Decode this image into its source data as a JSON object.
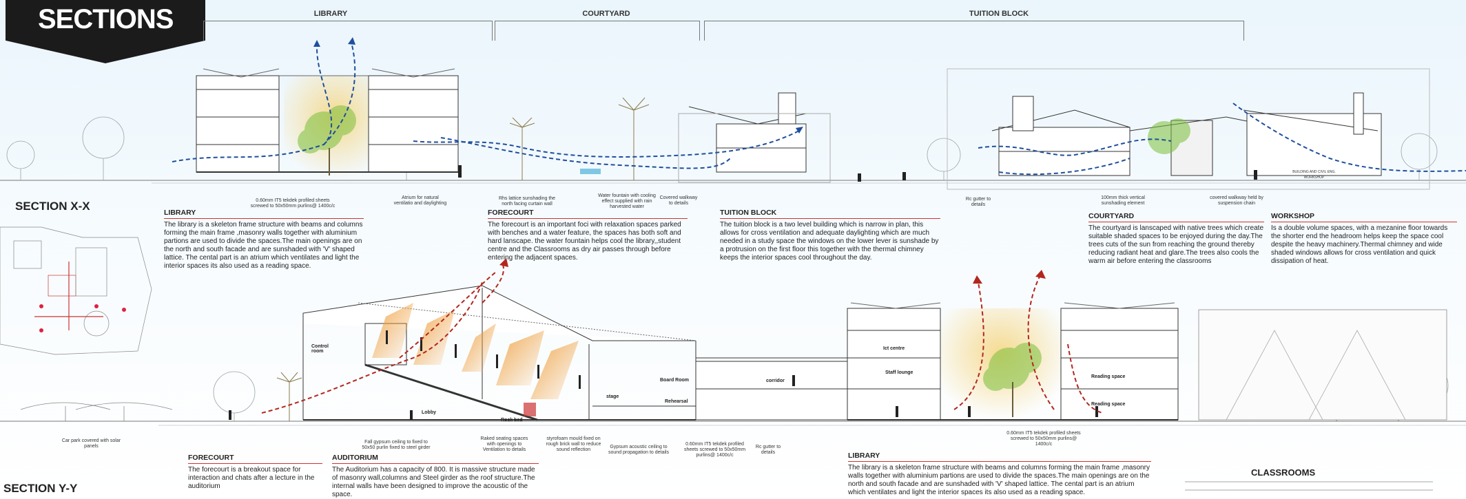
{
  "banner": {
    "title": "SECTIONS"
  },
  "zones": {
    "library": "LIBRARY",
    "courtyard": "COURTYARD",
    "tuition_block": "TUITION BLOCK"
  },
  "section_labels": {
    "xx": "SECTION X-X",
    "yy": "SECTION Y-Y"
  },
  "notes_xx": {
    "library": {
      "heading": "LIBRARY",
      "text": "The library is a skeleton frame structure with beams and columns forming the main frame ,masonry walls together with aluminium partions are used to divide the spaces.The main openings are on the north and south facade and are sunshaded with 'V' shaped lattice. The cental part is an atrium which ventilates and light the interior spaces its also used as a reading space."
    },
    "forecourt": {
      "heading": "FORECOURT",
      "text": "The forecourt is an important foci with relaxation spaces parked with benches and a water feature, the spaces has both soft and hard lanscape. the water fountain helps cool the library,,student centre and the Classrooms as dry air passes through before entering the adjacent spaces."
    },
    "tuition_block": {
      "heading": "TUITION BLOCK",
      "text": "The tuition block is a two level building which is narrow in plan, this allows for cross ventilation and adequate daylighting which are much needed in a study space the windows on the lower lever is sunshade by a protrusion on the first floor this  together with the thermal chimney keeps the interior spaces cool throughout the day."
    },
    "courtyard": {
      "heading": "COURTYARD",
      "text": "The courtyard is lanscaped with native trees which create suitable shaded spaces to be enjoyed during the day.The trees cuts of the sun from reaching the  ground thereby reducing radiant heat and glare.The trees also cools the warm air before entering the classrooms"
    },
    "workshop": {
      "heading": "WORKSHOP",
      "text": "Is a double volume spaces, with a mezanine floor towards the shorter end the headroom helps keep the space cool  despite the heavy machinery.Thermal chimney and wide shaded windows allows for cross ventilation  and quick dissipation of heat."
    }
  },
  "notes_yy": {
    "forecourt": {
      "heading": "FORECOURT",
      "text": "The forecourt  is a breakout space for interaction and chats after a lecture in the auditorium"
    },
    "auditorium": {
      "heading": "AUDITORIUM",
      "text": "The Auditorium has a capacity of 800. It is massive structure made of masonry wall,columns and Steel girder as the roof structure.The internal walls have been designed to improve the acoustic of the space."
    },
    "library": {
      "heading": "LIBRARY",
      "text": "The library is a skeleton frame structure with beams and columns forming the main frame ,masonry walls together with aluminium partions are used to divide  the spaces.The main openings are on the north and south facade and  are sunshaded with 'V' shaped lattice. The cental part is an atrium which ventilates and light the interior spaces its also used as a reading space."
    }
  },
  "callouts_xx": {
    "roof_sheets": "0.60mm IT5 tekdek profiled sheets screwed to  50x50mm purlins@ 1400c/c",
    "atrium": "Atrium  for natural ventilatio and daylighting",
    "rhs_lattice": "Rhs lattice sunshading the north facing curtain wall",
    "water_fountain": "Water fountain with cooling effect supplied with rain harvested water",
    "walkway": "Covered walkway to details",
    "rc_gutter": "Rc gutter to details",
    "vertical_shading": "100mm thick vertical sunshading element",
    "suspension": "covered walkway held by suspension chain",
    "workshop_label": "BUILDING AND CIVIL ENG. WORKSHOP"
  },
  "callouts_yy": {
    "car_park": "Car park covered with solar panels",
    "gypsum_ceiling": "Fall gypsum ceiling to fixed to 50x50 purlin fixed to steel girder",
    "seating": "Raked seating spaces with openings to Ventilation to details",
    "styrofoam": "styrofoam mould fixed on rough brick wall to reduce sound reflection",
    "acoustic_ceiling": "Gypsum acoustic ceiling  to sound propagation to details",
    "roof_sheets": "0.60mm IT5 tekdek profiled sheets screwed to 50x50mm purlins@ 1400c/c",
    "rc_gutter": "Rc gutter to details",
    "library_sheets": "0.60mm IT5 tekdek profiled sheets screwed to 50x50mm purlins@ 1400c/c"
  },
  "rooms": {
    "control_room": "Control room",
    "lobby": "Lobby",
    "rock_bed": "Rock bed",
    "stage": "stage",
    "board_room": "Board Room",
    "rehearsal": "Rehearsal",
    "corridor": "corridor",
    "ict": "Ict centre",
    "staff_lounge": "Staff lounge",
    "reading_space": "Reading space",
    "reading_space2": "Reading space"
  },
  "classrooms_label": "CLASSROOMS",
  "colors": {
    "banner": "#1b1b1b",
    "airflow_blue": "#1f4e9c",
    "airflow_red": "#b3261e",
    "atrium_glow": "#f5d98c",
    "tree_green": "#7bbf3a"
  }
}
